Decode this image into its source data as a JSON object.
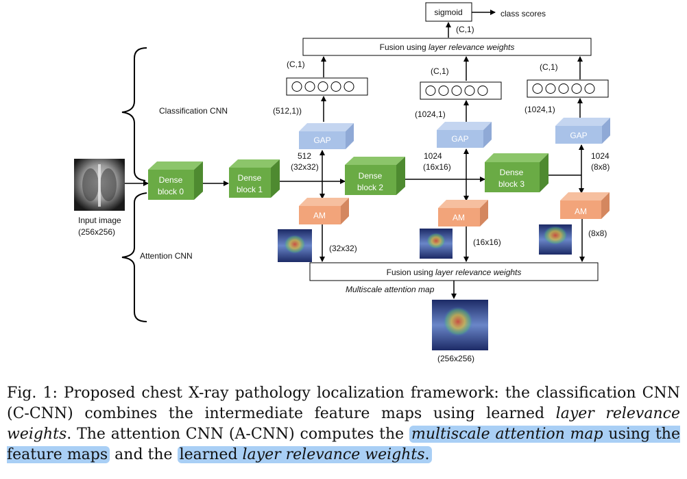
{
  "diagram": {
    "sigmoid": "sigmoid",
    "class_scores": "class scores",
    "c1_top": "(C,1)",
    "fusion_top_prefix": "Fusion using ",
    "fusion_top_italic": "layer relevance weights",
    "fusion_bottom_prefix": "Fusion using ",
    "fusion_bottom_italic": "layer relevance weights",
    "multiscale_label": "Multiscale attention map",
    "classification_cnn": "Classification CNN",
    "attention_cnn": "Attention  CNN",
    "input_image": "Input image",
    "input_size": "(256x256)",
    "output_size": "(256x256)",
    "dense0": [
      "Dense",
      "block 0"
    ],
    "dense1": [
      "Dense",
      "block 1"
    ],
    "dense2": [
      "Dense",
      "block 2"
    ],
    "dense3": [
      "Dense",
      "block 3"
    ],
    "gap": "GAP",
    "am": "AM",
    "branch1": {
      "c1": "(C,1)",
      "vec": "(512,1))",
      "ch": "512",
      "sz": "(32x32)",
      "am_sz": "(32x32)"
    },
    "branch2": {
      "c1": "(C,1)",
      "vec": "(1024,1)",
      "ch": "1024",
      "sz": "(16x16)",
      "am_sz": "(16x16)"
    },
    "branch3": {
      "c1": "(C,1)",
      "vec": "(1024,1)",
      "ch": "1024",
      "sz": "(8x8)",
      "am_sz": "(8x8)"
    },
    "colors": {
      "dense": "#6aab45",
      "gap": "#a9c2e8",
      "am": "#f2a47a",
      "highlight": "#a9cff5"
    }
  },
  "caption": {
    "p1": "Fig. 1: Proposed chest X-ray pathology localization framework: the classification CNN (C-CNN) combines the intermediate feature maps using learned ",
    "i1": "layer relevance weights",
    "p2": ". The attention CNN (A-CNN) computes the ",
    "h1": "multiscale attention map",
    "p3": " using the feature maps",
    "p4": " and the ",
    "h2_plain": "learned  ",
    "h2_italic": "layer relevance weights",
    "p5": "."
  }
}
